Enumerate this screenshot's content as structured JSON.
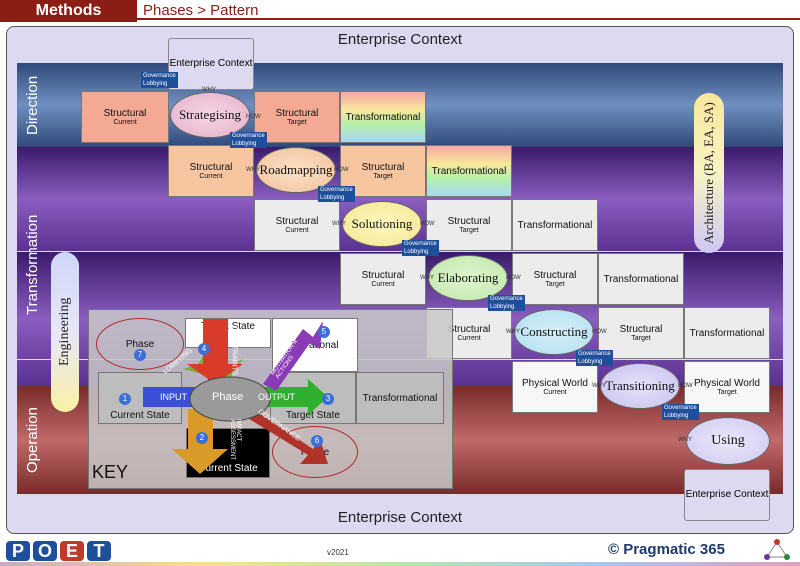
{
  "header": {
    "title": "Methods",
    "breadcrumb": "Phases > Pattern"
  },
  "context": {
    "top": "Enterprise Context",
    "bottom": "Enterprise Context",
    "box_label": "Enterprise Context"
  },
  "bands": {
    "direction": "Direction",
    "transformation": "Transformation",
    "operation": "Operation"
  },
  "side": {
    "architecture": "Architecture (BA, EA, SA)",
    "engineering": "Engineering"
  },
  "phases": [
    "Strategising",
    "Roadmapping",
    "Solutioning",
    "Elaborating",
    "Constructing",
    "Transitioning",
    "Using"
  ],
  "boxes": {
    "structural": "Structural",
    "current": "Current",
    "target": "Target",
    "transformational": "Transformational",
    "physical_world": "Physical World"
  },
  "tags": {
    "governance": "Governance",
    "lobbying": "Lobbying",
    "why": "WHY",
    "how": "HOW"
  },
  "key": {
    "title": "KEY",
    "target_state": "Target State",
    "current_state": "Current State",
    "phase": "Phase",
    "input": "INPUT",
    "output": "OUTPUT",
    "lobbying": "LOBBYING",
    "constraints": "CONSTRAINTS",
    "motivation": "MOTIVATION & ACTIONS",
    "governance": "GOVERNANCE",
    "impact": "IMPACT ASSESSMENT",
    "transformational": "Transformational",
    "transformational_partial": "Tra      ational",
    "numbers": [
      "1",
      "2",
      "3",
      "4",
      "5",
      "6",
      "7"
    ]
  },
  "footer": {
    "logo": [
      "P",
      "O",
      "E",
      "T"
    ],
    "version": "v2021",
    "brand": "© Pragmatic 365"
  },
  "colors": {
    "brand": "#8b1d14",
    "governance": "#1f4e9a"
  }
}
